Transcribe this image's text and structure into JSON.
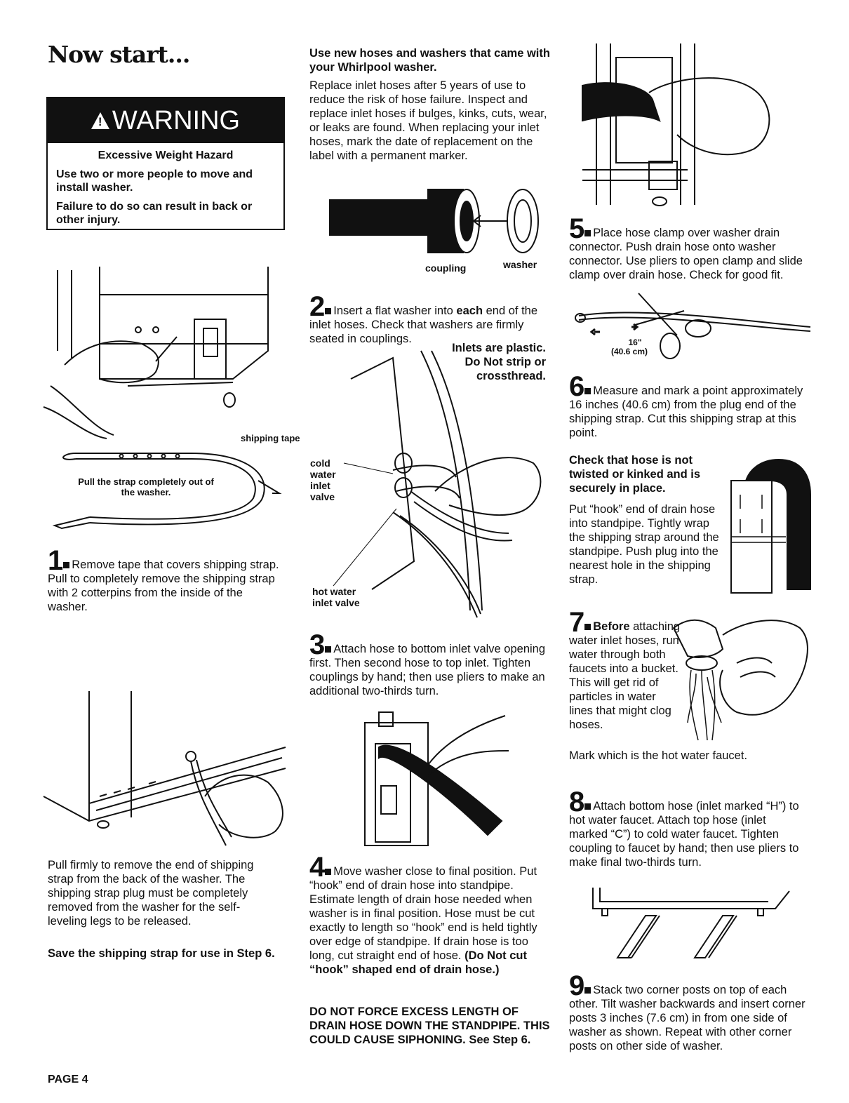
{
  "heading": "Now start...",
  "warning": {
    "title": "WARNING",
    "hazard": "Excessive Weight Hazard",
    "line1": "Use two or more people to move and install washer.",
    "line2": "Failure to do so can result in back or other injury."
  },
  "fig1": {
    "label_tape": "shipping tape",
    "caption": "Pull the strap completely out of the washer."
  },
  "step1": {
    "num": "1",
    "text": "Remove tape that covers shipping strap. Pull to completely remove the shipping strap with 2 cotterpins from the inside of the washer."
  },
  "pull_text": "Pull firmly to remove the end of shipping strap from the back of the washer. The shipping strap plug must be completely removed from the washer for the self-leveling legs to be released.",
  "save_text": "Save the shipping strap for use in Step 6.",
  "hoses_heading": "Use new hoses and washers that came with your Whirlpool washer.",
  "hoses_text": "Replace inlet hoses after 5 years of use to reduce the risk of hose failure. Inspect and replace inlet hoses if bulges, kinks, cuts, wear, or leaks are found. When replacing your inlet hoses, mark the date of replacement on the label with a permanent marker.",
  "fig2": {
    "coupling": "coupling",
    "washer": "washer"
  },
  "step2": {
    "num": "2",
    "text_a": "Insert a flat washer into ",
    "text_bold": "each",
    "text_b": " end of the inlet hoses. Check that washers are firmly seated in couplings.",
    "note": "Inlets are plastic. Do Not strip or crossthread."
  },
  "fig3": {
    "cold": "cold water inlet valve",
    "hot": "hot water inlet valve"
  },
  "step3": {
    "num": "3",
    "text": "Attach hose to bottom inlet valve opening first. Then second hose to top inlet. Tighten couplings by hand; then use pliers to make an additional two-thirds turn."
  },
  "step4": {
    "num": "4",
    "text": "Move washer close to final position. Put “hook” end of drain hose into standpipe. Estimate length of drain hose needed when washer is in final position. Hose must be cut exactly to length so “hook” end is held tightly over edge of standpipe. If drain hose is too long, cut straight end of hose.",
    "text_bold": "(Do Not cut “hook” shaped end of drain hose.)",
    "caution": "DO NOT FORCE EXCESS LENGTH OF DRAIN HOSE DOWN THE STANDPIPE. THIS COULD CAUSE SIPHONING. See Step 6."
  },
  "step5": {
    "num": "5",
    "text": "Place hose clamp over washer drain connector. Push drain hose onto washer connector. Use pliers to open clamp and slide clamp over drain hose. Check for good fit."
  },
  "fig5": {
    "measure1": "16\"",
    "measure2": "(40.6 cm)"
  },
  "step6": {
    "num": "6",
    "text": "Measure and mark a point approximately 16 inches (40.6 cm) from the plug end of the shipping strap. Cut this shipping strap at this point.",
    "check": "Check that hose is not twisted or kinked and is securely in place.",
    "text2": "Put “hook” end of drain hose into standpipe. Tightly wrap the shipping strap around the standpipe. Push plug into the nearest hole in the shipping strap."
  },
  "step7": {
    "num": "7",
    "lead": "Before",
    "text": "attaching water inlet hoses, run water through both faucets into a bucket. This will get rid of particles in water lines that might clog hoses.",
    "text2": "Mark which is the hot water faucet."
  },
  "step8": {
    "num": "8",
    "text": "Attach bottom hose (inlet marked “H”) to hot water faucet. Attach top hose (inlet marked “C”) to cold water faucet. Tighten coupling to faucet by hand; then use pliers to make final two-thirds turn."
  },
  "step9": {
    "num": "9",
    "text": "Stack two corner posts on top of each other. Tilt washer backwards and insert corner posts 3 inches (7.6 cm) in from one side of washer as shown. Repeat with other corner posts on other side of washer."
  },
  "footer": "PAGE 4"
}
